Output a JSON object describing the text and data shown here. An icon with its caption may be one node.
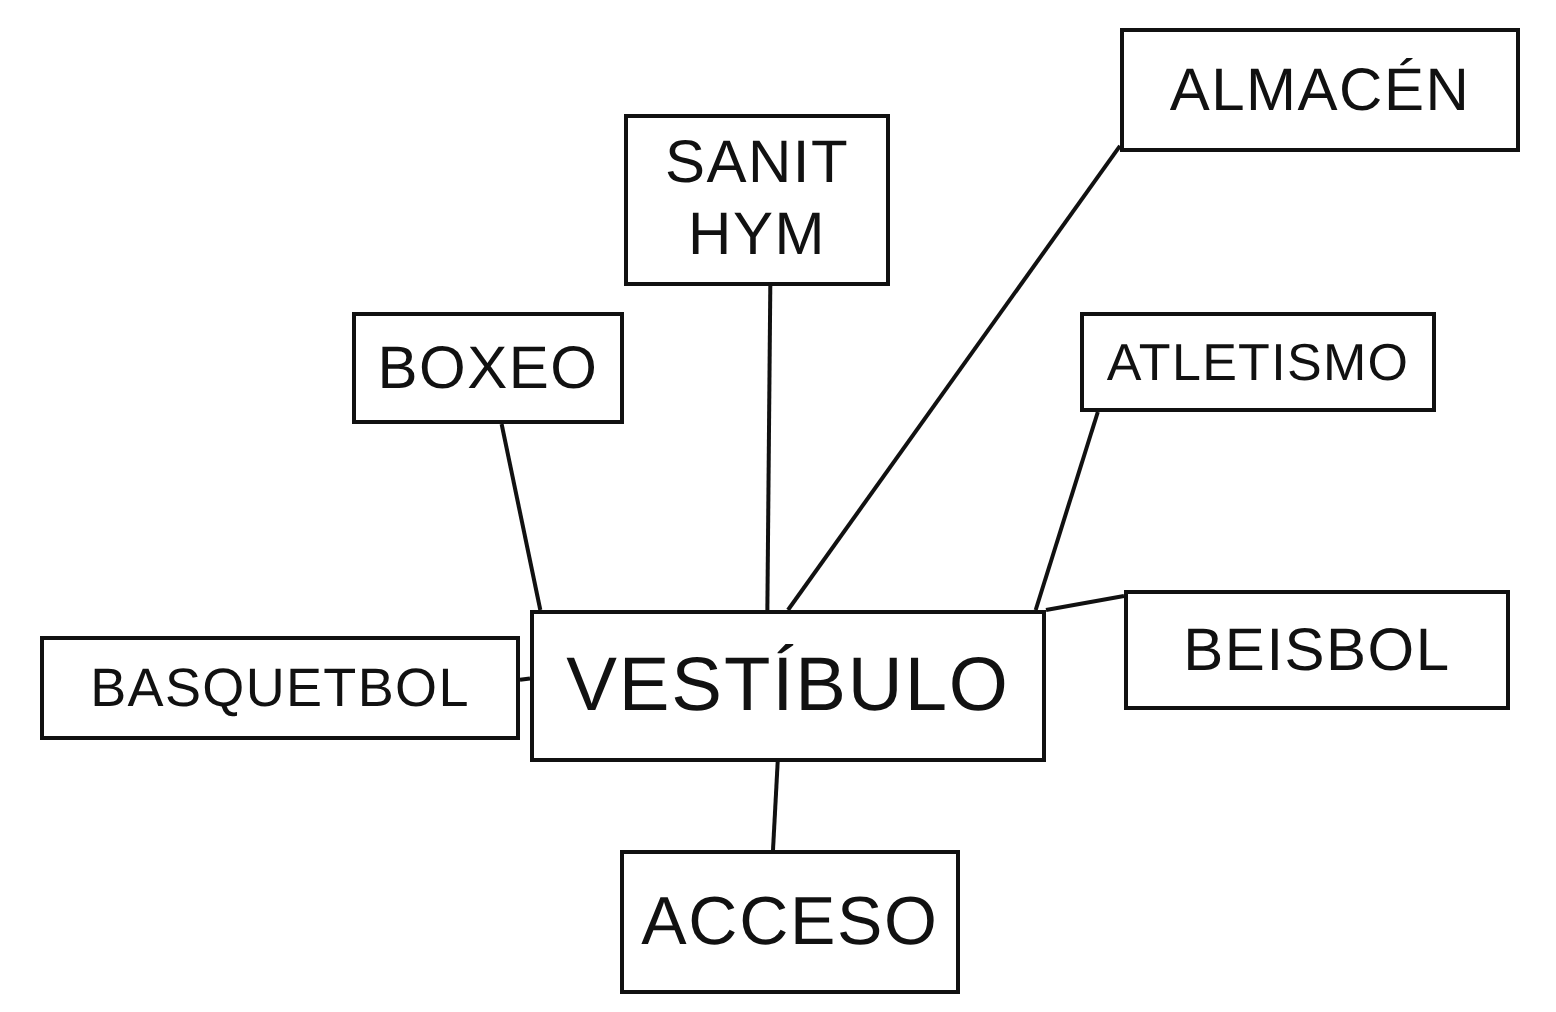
{
  "diagram": {
    "nodes": [
      {
        "text": [
          "SANIT HYM"
        ]
      },
      {
        "text": [
          "ALMACÉN"
        ]
      },
      {
        "text": [
          "BOXEO"
        ]
      },
      {
        "text": [
          "ATLETISMO"
        ]
      },
      {
        "text": [
          "BASQUETBOL"
        ]
      },
      {
        "text": [
          "VESTÍBULO"
        ]
      },
      {
        "text": [
          "BEISBOL"
        ]
      },
      {
        "text": [
          "ACCESO"
        ]
      }
    ],
    "edges": [
      {
        "from": 5,
        "to": 0,
        "arrow": "none"
      },
      {
        "from": 5,
        "to": 1,
        "arrow": "none"
      },
      {
        "from": 5,
        "to": 2,
        "arrow": "none"
      },
      {
        "from": 5,
        "to": 3,
        "arrow": "none"
      },
      {
        "from": 5,
        "to": 4,
        "arrow": "none"
      },
      {
        "from": 5,
        "to": 6,
        "arrow": "none"
      },
      {
        "from": 5,
        "to": 7,
        "arrow": "none"
      }
    ]
  }
}
